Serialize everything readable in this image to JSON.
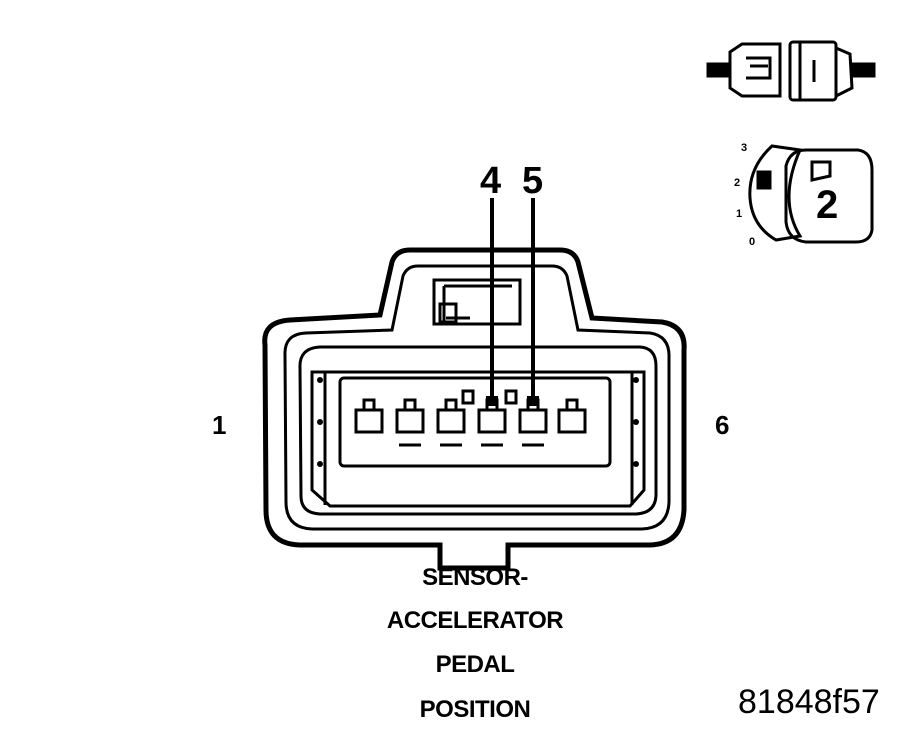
{
  "connector": {
    "pin_labels": [
      "4",
      "5"
    ],
    "side_left": "1",
    "side_right": "6"
  },
  "legend": {
    "scale_marks": [
      "3",
      "2",
      "1",
      "0"
    ],
    "key_number": "2"
  },
  "caption": {
    "lines": [
      "SENSOR-",
      "ACCELERATOR",
      "PEDAL",
      "POSITION"
    ]
  },
  "figure_id": "81848f57"
}
